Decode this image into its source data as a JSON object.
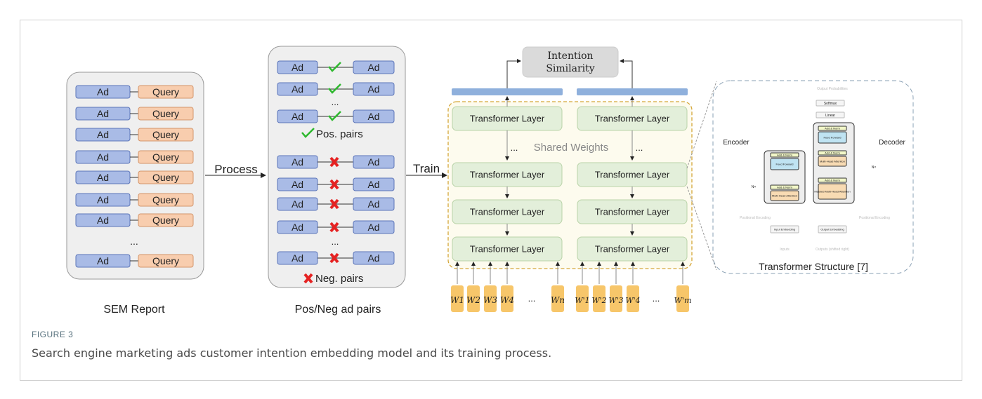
{
  "sem": {
    "ad": "Ad",
    "query": "Query",
    "ellipsis": "...",
    "label": "SEM Report"
  },
  "process_label": "Process",
  "train_label": "Train",
  "pairs": {
    "ad": "Ad",
    "ellipsis": "...",
    "pos_label": "Pos. pairs",
    "neg_label": "Neg. pairs",
    "label": "Pos/Neg ad pairs"
  },
  "model": {
    "output": "Intention Similarity",
    "output_line1": "Intention",
    "output_line2": "Similarity",
    "layer": "Transformer Layer",
    "shared": "Shared Weights",
    "ellipsis": "...",
    "left_tokens": [
      "W1",
      "W2",
      "W3",
      "W4",
      "Wn"
    ],
    "right_tokens": [
      "W'1",
      "W'2",
      "W'3",
      "W'4",
      "W'm"
    ]
  },
  "inset": {
    "title": "Transformer Structure [7]",
    "encoder": "Encoder",
    "decoder": "Decoder",
    "nx": "N×",
    "add_norm": "Add & Norm",
    "feed_forward": "Feed Forward",
    "mha": "Multi-Head Attention",
    "masked_mha": "Masked Multi-Head Attention",
    "output_probs": "Output Probabilities",
    "softmax": "Softmax",
    "linear": "Linear",
    "pos_enc": "Positional Encoding",
    "input_emb": "Input Embedding",
    "output_emb": "Output Embedding",
    "inputs": "Inputs",
    "outputs": "Outputs (shifted right)"
  },
  "caption": {
    "label": "FIGURE 3",
    "text": "Search engine marketing ads customer intention embedding model and its training process."
  },
  "colors": {
    "ad": "#a9bbe6",
    "query": "#f8cdae",
    "layer": "#e3efda",
    "token": "#f7c66a",
    "check": "#2eb82e",
    "cross": "#e52222",
    "bar": "#8fb0dc"
  }
}
